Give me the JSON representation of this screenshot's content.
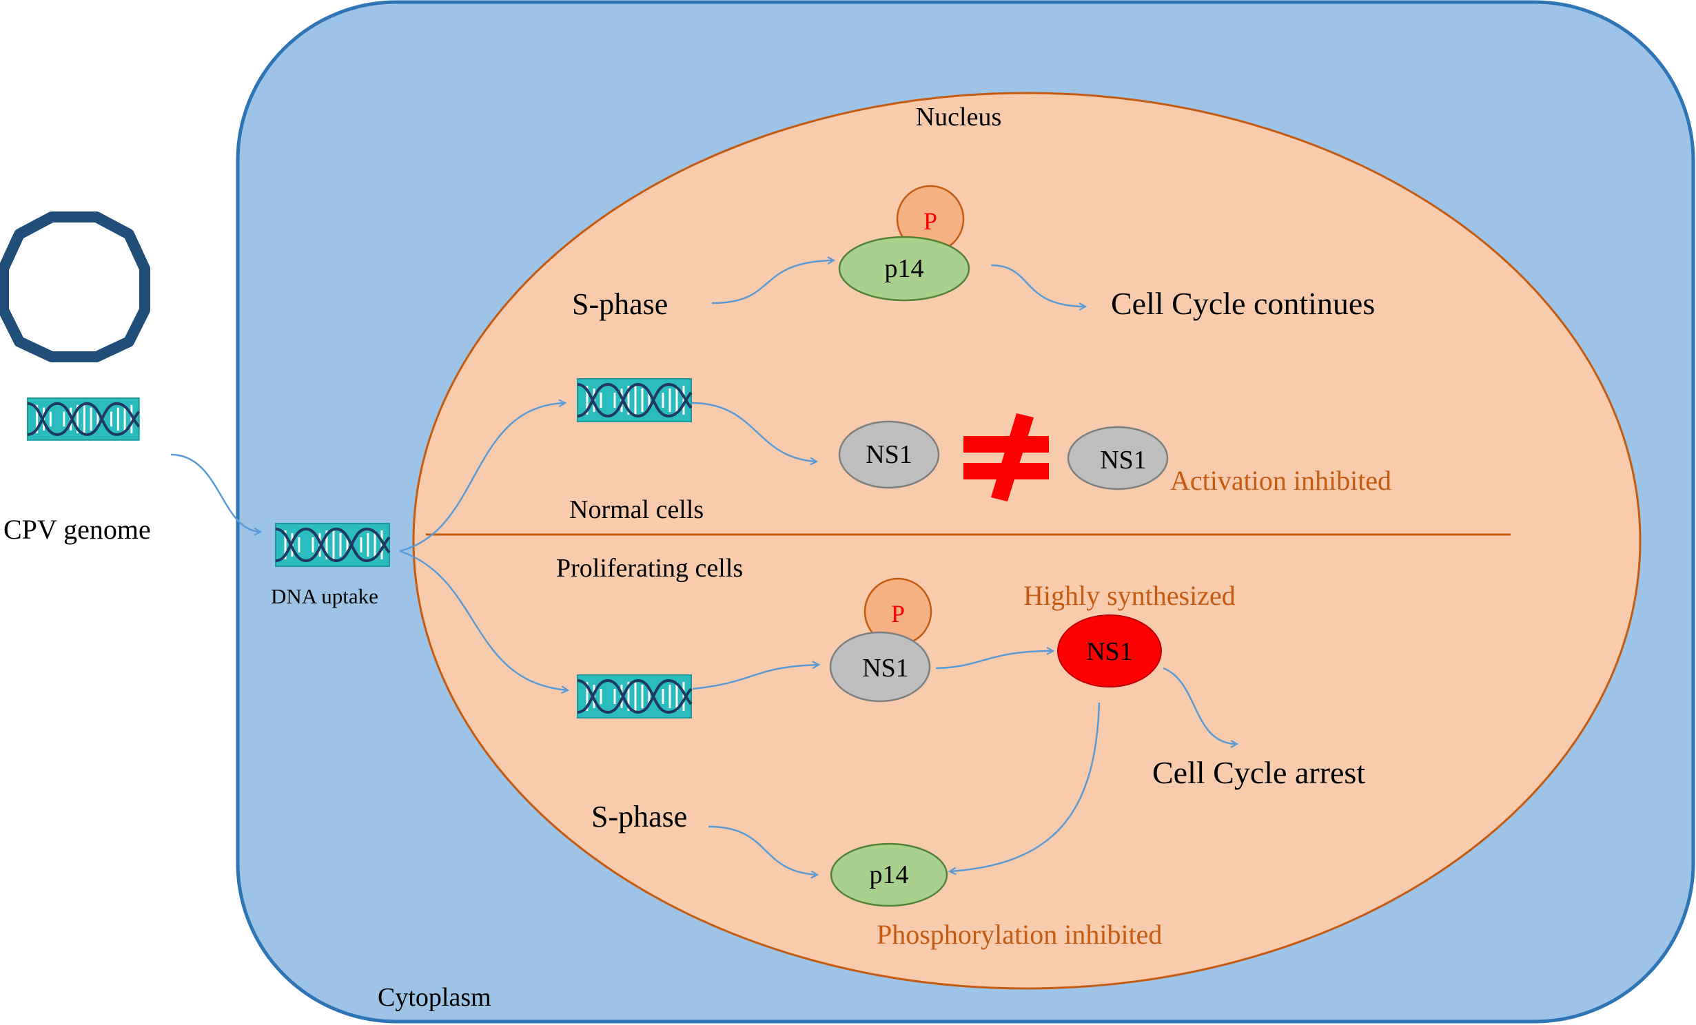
{
  "labels": {
    "nucleus": "Nucleus",
    "cytoplasm": "Cytoplasm",
    "cpv_genome": "CPV genome",
    "dna_uptake": "DNA uptake",
    "normal_cells": "Normal cells",
    "proliferating_cells": "Proliferating cells",
    "s_phase_top": "S-phase",
    "s_phase_bottom": "S-phase",
    "cell_cycle_continues": "Cell Cycle continues",
    "cell_cycle_arrest": "Cell Cycle arrest",
    "activation_inhibited": "Activation inhibited",
    "highly_synthesized": "Highly synthesized",
    "phosphorylation_inhibited": "Phosphorylation inhibited",
    "p14_top": "p14",
    "p14_bottom": "p14",
    "phospho_top": "P",
    "phospho_bottom": "P",
    "ns1_normal_left": "NS1",
    "ns1_normal_right": "NS1",
    "ns1_prolif": "NS1",
    "ns1_synth": "NS1"
  },
  "colors": {
    "cell_fill": "#9dc3e6",
    "cell_stroke": "#2e75b6",
    "nucleus_fill": "#f8cbad",
    "nucleus_stroke": "#c55a11",
    "protein_p14": "#a9d18e",
    "protein_p14_stroke": "#548235",
    "phospho_fill": "#f4b183",
    "ns1_gray": "#bfbfbf",
    "ns1_red": "#ff0000",
    "dna_box": "#2bbdbd",
    "dna_strand": "#1f3864",
    "arrow": "#5b9bd5",
    "not_equal": "#ff0000",
    "virus_stroke": "#1f4e79"
  }
}
